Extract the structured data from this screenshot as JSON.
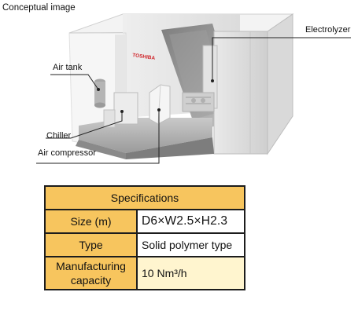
{
  "caption": "Conceptual image",
  "brand": "TOSHIBA",
  "callouts": {
    "electrolyzer": "Electrolyzer",
    "air_tank": "Air tank",
    "chiller": "Chiller",
    "air_compressor": "Air compressor"
  },
  "specifications": {
    "title": "Specifications",
    "rows": [
      {
        "label": "Size (m)",
        "value": "D6×W2.5×H2.3"
      },
      {
        "label": "Type",
        "value": "Solid polymer type"
      },
      {
        "label_line1": "Manufacturing",
        "label_line2": "capacity",
        "value": "10 Nm³/h"
      }
    ]
  },
  "colors": {
    "header_fill": "#f7c55e",
    "capacity_value_fill": "#fff5cf",
    "brand_red": "#d0292e"
  }
}
